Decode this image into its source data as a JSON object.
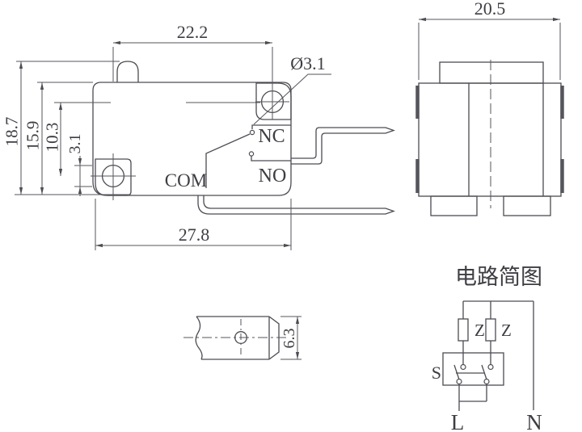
{
  "title": "Micro switch technical drawing",
  "colors": {
    "line": "#4c4c53",
    "text": "#3d3d43",
    "background": "#ffffff"
  },
  "front_view": {
    "dim_top_width": "22.2",
    "hole_diameter": "Ø3.1",
    "dim_total_height": "18.7",
    "dim_body_height": "15.9",
    "dim_hole_offset": "10.3",
    "dim_hole_size": "3.1",
    "dim_body_width": "27.8",
    "terminal_nc": "NC",
    "terminal_no": "NO",
    "terminal_com": "COM"
  },
  "side_view": {
    "dim_width": "20.5"
  },
  "terminal_view": {
    "dim_height": "6.3"
  },
  "circuit_diagram": {
    "title": "电路简图",
    "load_left": "Z",
    "load_right": "Z",
    "switch_label": "S",
    "line_terminal": "L",
    "neutral_terminal": "N"
  }
}
